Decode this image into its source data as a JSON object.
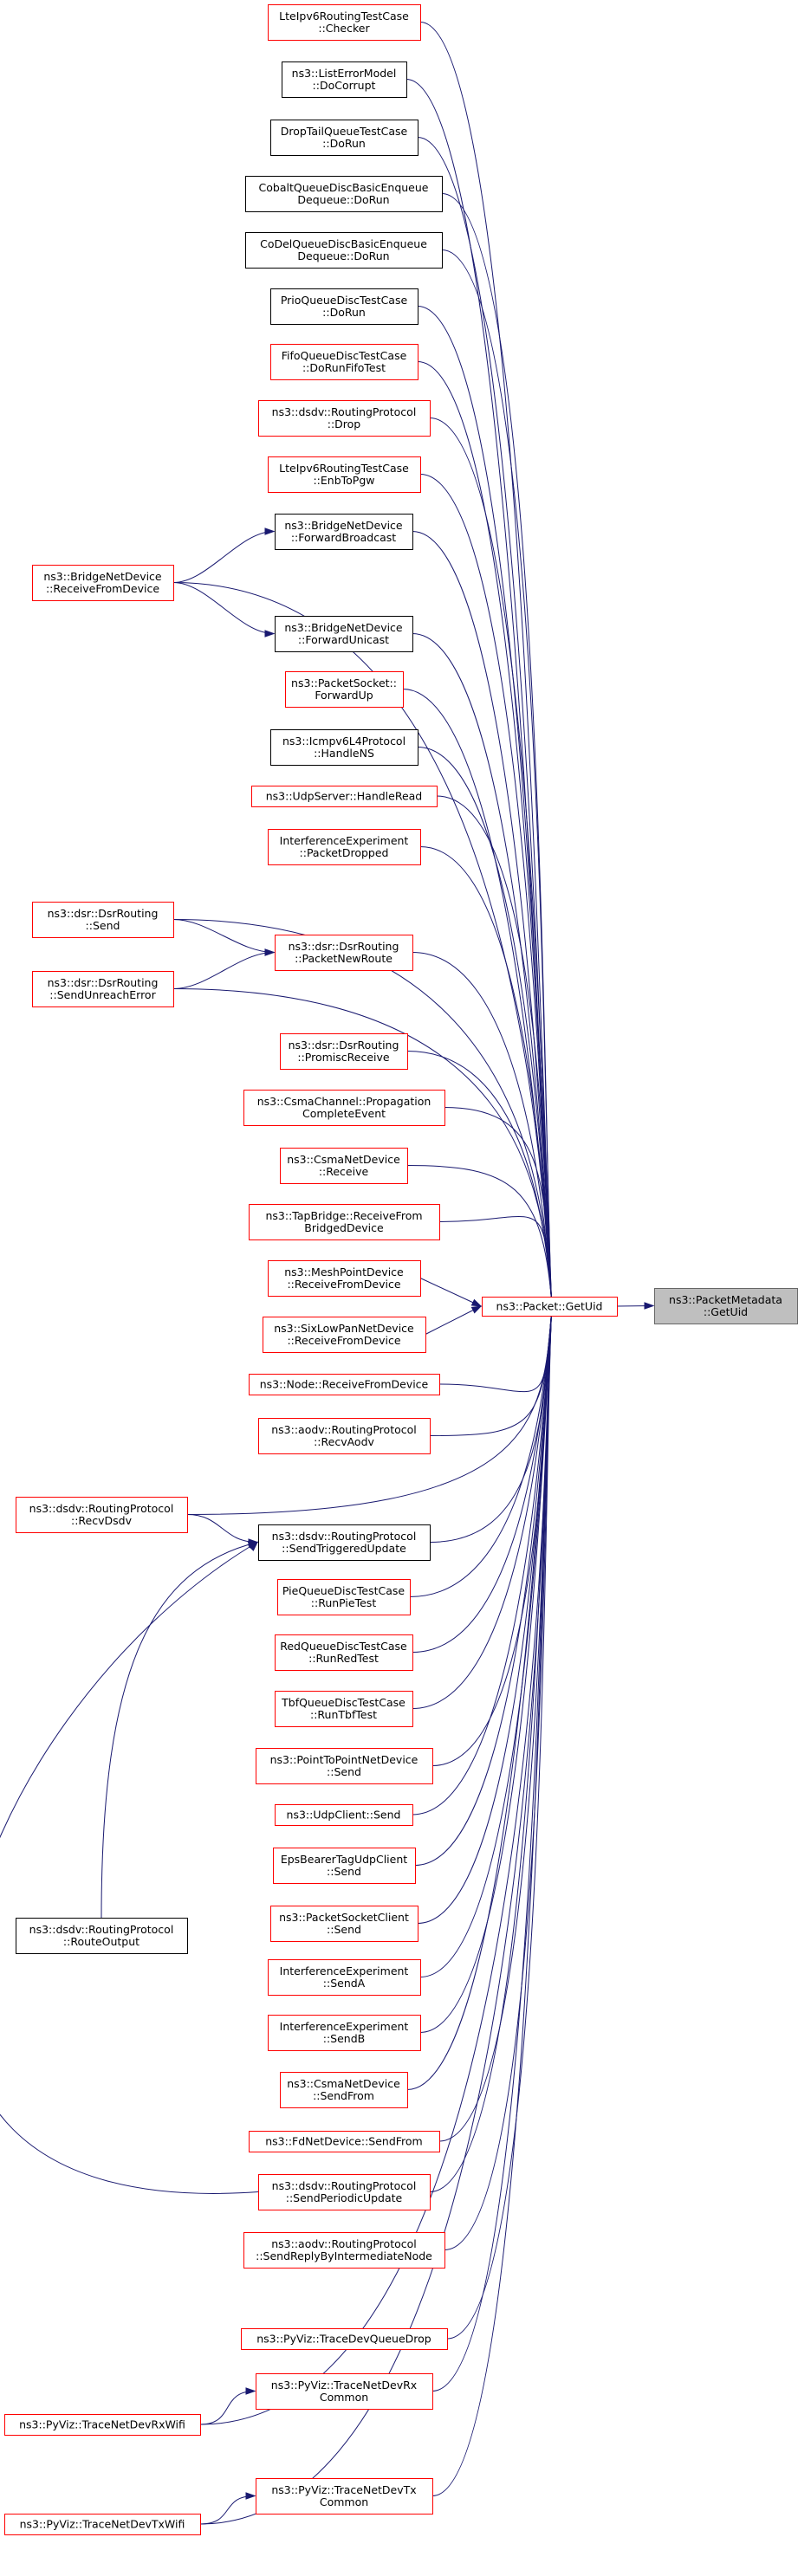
{
  "graph": {
    "root": "ns3::PacketMetadata::GetUid",
    "nodes": [
      {
        "id": "root",
        "lines": [
          "ns3::PacketMetadata",
          "::GetUid"
        ],
        "style": "root"
      },
      {
        "id": "getuid",
        "lines": [
          "ns3::Packet::GetUid"
        ],
        "style": "red"
      },
      {
        "id": "n_lte_checker",
        "lines": [
          "LteIpv6RoutingTestCase",
          "::Checker"
        ],
        "style": "red"
      },
      {
        "id": "n_listerror",
        "lines": [
          "ns3::ListErrorModel",
          "::DoCorrupt"
        ],
        "style": "black"
      },
      {
        "id": "n_droptail",
        "lines": [
          "DropTailQueueTestCase",
          "::DoRun"
        ],
        "style": "black"
      },
      {
        "id": "n_cobalt",
        "lines": [
          "CobaltQueueDiscBasicEnqueue",
          "Dequeue::DoRun"
        ],
        "style": "black"
      },
      {
        "id": "n_codel",
        "lines": [
          "CoDelQueueDiscBasicEnqueue",
          "Dequeue::DoRun"
        ],
        "style": "black"
      },
      {
        "id": "n_prio",
        "lines": [
          "PrioQueueDiscTestCase",
          "::DoRun"
        ],
        "style": "black"
      },
      {
        "id": "n_fifo",
        "lines": [
          "FifoQueueDiscTestCase",
          "::DoRunFifoTest"
        ],
        "style": "red"
      },
      {
        "id": "n_dsdv_drop",
        "lines": [
          "ns3::dsdv::RoutingProtocol",
          "::Drop"
        ],
        "style": "red"
      },
      {
        "id": "n_lte_enb",
        "lines": [
          "LteIpv6RoutingTestCase",
          "::EnbToPgw"
        ],
        "style": "red"
      },
      {
        "id": "n_bridge_fb",
        "lines": [
          "ns3::BridgeNetDevice",
          "::ForwardBroadcast"
        ],
        "style": "black"
      },
      {
        "id": "n_bridge_rfd",
        "lines": [
          "ns3::BridgeNetDevice",
          "::ReceiveFromDevice"
        ],
        "style": "red"
      },
      {
        "id": "n_bridge_fu",
        "lines": [
          "ns3::BridgeNetDevice",
          "::ForwardUnicast"
        ],
        "style": "black"
      },
      {
        "id": "n_packetsocket_fu",
        "lines": [
          "ns3::PacketSocket::",
          "ForwardUp"
        ],
        "style": "red"
      },
      {
        "id": "n_icmpv6",
        "lines": [
          "ns3::Icmpv6L4Protocol",
          "::HandleNS"
        ],
        "style": "black"
      },
      {
        "id": "n_udpserver",
        "lines": [
          "ns3::UdpServer::HandleRead"
        ],
        "style": "red"
      },
      {
        "id": "n_interf_dropped",
        "lines": [
          "InterferenceExperiment",
          "::PacketDropped"
        ],
        "style": "red"
      },
      {
        "id": "n_dsr_send",
        "lines": [
          "ns3::dsr::DsrRouting",
          "::Send"
        ],
        "style": "red"
      },
      {
        "id": "n_dsr_pnr",
        "lines": [
          "ns3::dsr::DsrRouting",
          "::PacketNewRoute"
        ],
        "style": "red"
      },
      {
        "id": "n_dsr_sue",
        "lines": [
          "ns3::dsr::DsrRouting",
          "::SendUnreachError"
        ],
        "style": "red"
      },
      {
        "id": "n_dsr_promisc",
        "lines": [
          "ns3::dsr::DsrRouting",
          "::PromiscReceive"
        ],
        "style": "red"
      },
      {
        "id": "n_csma_prop",
        "lines": [
          "ns3::CsmaChannel::Propagation",
          "CompleteEvent"
        ],
        "style": "red"
      },
      {
        "id": "n_csma_recv",
        "lines": [
          "ns3::CsmaNetDevice",
          "::Receive"
        ],
        "style": "red"
      },
      {
        "id": "n_tap",
        "lines": [
          "ns3::TapBridge::ReceiveFrom",
          "BridgedDevice"
        ],
        "style": "red"
      },
      {
        "id": "n_mesh",
        "lines": [
          "ns3::MeshPointDevice",
          "::ReceiveFromDevice"
        ],
        "style": "red"
      },
      {
        "id": "n_sixlow",
        "lines": [
          "ns3::SixLowPanNetDevice",
          "::ReceiveFromDevice"
        ],
        "style": "red"
      },
      {
        "id": "n_node_rfd",
        "lines": [
          "ns3::Node::ReceiveFromDevice"
        ],
        "style": "red"
      },
      {
        "id": "n_aodv_recv",
        "lines": [
          "ns3::aodv::RoutingProtocol",
          "::RecvAodv"
        ],
        "style": "red"
      },
      {
        "id": "n_dsdv_recv",
        "lines": [
          "ns3::dsdv::RoutingProtocol",
          "::RecvDsdv"
        ],
        "style": "red"
      },
      {
        "id": "n_dsdv_stu",
        "lines": [
          "ns3::dsdv::RoutingProtocol",
          "::SendTriggeredUpdate"
        ],
        "style": "black"
      },
      {
        "id": "n_pie",
        "lines": [
          "PieQueueDiscTestCase",
          "::RunPieTest"
        ],
        "style": "red"
      },
      {
        "id": "n_red",
        "lines": [
          "RedQueueDiscTestCase",
          "::RunRedTest"
        ],
        "style": "red"
      },
      {
        "id": "n_tbf",
        "lines": [
          "TbfQueueDiscTestCase",
          "::RunTbfTest"
        ],
        "style": "red"
      },
      {
        "id": "n_dsdv_ro",
        "lines": [
          "ns3::dsdv::RoutingProtocol",
          "::RouteOutput"
        ],
        "style": "black"
      },
      {
        "id": "n_p2p",
        "lines": [
          "ns3::PointToPointNetDevice",
          "::Send"
        ],
        "style": "red"
      },
      {
        "id": "n_udpclient",
        "lines": [
          "ns3::UdpClient::Send"
        ],
        "style": "red"
      },
      {
        "id": "n_epsbearer",
        "lines": [
          "EpsBearerTagUdpClient",
          "::Send"
        ],
        "style": "red"
      },
      {
        "id": "n_pktsockclient",
        "lines": [
          "ns3::PacketSocketClient",
          "::Send"
        ],
        "style": "red"
      },
      {
        "id": "n_interf_a",
        "lines": [
          "InterferenceExperiment",
          "::SendA"
        ],
        "style": "red"
      },
      {
        "id": "n_interf_b",
        "lines": [
          "InterferenceExperiment",
          "::SendB"
        ],
        "style": "red"
      },
      {
        "id": "n_csma_sendfrom",
        "lines": [
          "ns3::CsmaNetDevice",
          "::SendFrom"
        ],
        "style": "red"
      },
      {
        "id": "n_fd",
        "lines": [
          "ns3::FdNetDevice::SendFrom"
        ],
        "style": "red"
      },
      {
        "id": "n_dsdv_spu",
        "lines": [
          "ns3::dsdv::RoutingProtocol",
          "::SendPeriodicUpdate"
        ],
        "style": "red"
      },
      {
        "id": "n_aodv_srbin",
        "lines": [
          "ns3::aodv::RoutingProtocol",
          "::SendReplyByIntermediateNode"
        ],
        "style": "red"
      },
      {
        "id": "n_pyviz_tdqd",
        "lines": [
          "ns3::PyViz::TraceDevQueueDrop"
        ],
        "style": "red"
      },
      {
        "id": "n_pyviz_rxc",
        "lines": [
          "ns3::PyViz::TraceNetDevRx",
          "Common"
        ],
        "style": "red"
      },
      {
        "id": "n_pyviz_rxwifi",
        "lines": [
          "ns3::PyViz::TraceNetDevRxWifi"
        ],
        "style": "red"
      },
      {
        "id": "n_pyviz_txc",
        "lines": [
          "ns3::PyViz::TraceNetDevTx",
          "Common"
        ],
        "style": "red"
      },
      {
        "id": "n_pyviz_txwifi",
        "lines": [
          "ns3::PyViz::TraceNetDevTxWifi"
        ],
        "style": "red"
      }
    ]
  }
}
